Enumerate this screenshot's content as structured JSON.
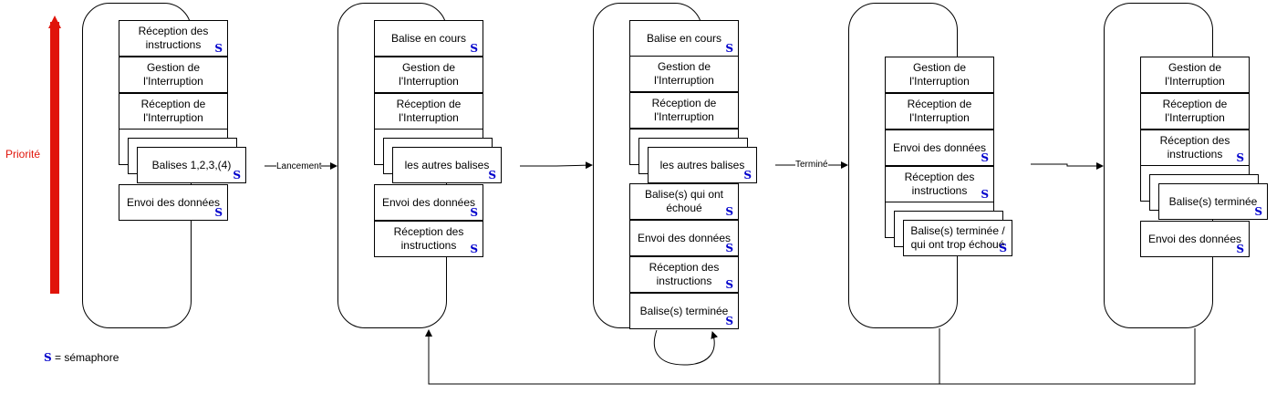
{
  "priority_label": "Priorité",
  "legend": {
    "symbol": "S",
    "text": " = sémaphore"
  },
  "colors": {
    "priority_arrow": "#e0140a",
    "semaphore": "#0000cc"
  },
  "arrow_labels": {
    "launch": "Lancement",
    "done": "Terminé"
  },
  "panels": [
    {
      "boxes": [
        {
          "text": "Réception des instructions",
          "sem": "S"
        },
        {
          "text": "Gestion de l'Interruption",
          "sem": ""
        },
        {
          "text": "Réception de l'Interruption",
          "sem": ""
        },
        {
          "text": "Balises 1,2,3,(4)",
          "sem": "S"
        },
        {
          "text": "Envoi des données",
          "sem": "S"
        }
      ]
    },
    {
      "boxes": [
        {
          "text": "Balise en cours",
          "sem": "S"
        },
        {
          "text": "Gestion de l'Interruption",
          "sem": ""
        },
        {
          "text": "Réception de l'Interruption",
          "sem": ""
        },
        {
          "text": "les autres balises",
          "sem": "S"
        },
        {
          "text": "Envoi des données",
          "sem": "S"
        },
        {
          "text": "Réception des instructions",
          "sem": "S"
        }
      ]
    },
    {
      "boxes": [
        {
          "text": "Balise en cours",
          "sem": "S"
        },
        {
          "text": "Gestion de l'Interruption",
          "sem": ""
        },
        {
          "text": "Réception de l'Interruption",
          "sem": ""
        },
        {
          "text": "les autres balises",
          "sem": "S"
        },
        {
          "text": "Balise(s) qui ont échoué",
          "sem": "S"
        },
        {
          "text": "Envoi des données",
          "sem": "S"
        },
        {
          "text": "Réception des instructions",
          "sem": "S"
        },
        {
          "text": "Balise(s) terminée",
          "sem": "S"
        }
      ]
    },
    {
      "boxes": [
        {
          "text": "Gestion de l'Interruption",
          "sem": ""
        },
        {
          "text": "Réception de l'Interruption",
          "sem": ""
        },
        {
          "text": "Envoi des données",
          "sem": "S"
        },
        {
          "text": "Réception des instructions",
          "sem": "S"
        },
        {
          "text": "Balise(s) terminée / qui ont trop échoué",
          "sem": "S"
        }
      ]
    },
    {
      "boxes": [
        {
          "text": "Gestion de l'Interruption",
          "sem": ""
        },
        {
          "text": "Réception de l'Interruption",
          "sem": ""
        },
        {
          "text": "Réception des instructions",
          "sem": "S"
        },
        {
          "text": "Balise(s) terminée",
          "sem": "S"
        },
        {
          "text": "Envoi des données",
          "sem": "S"
        }
      ]
    }
  ]
}
